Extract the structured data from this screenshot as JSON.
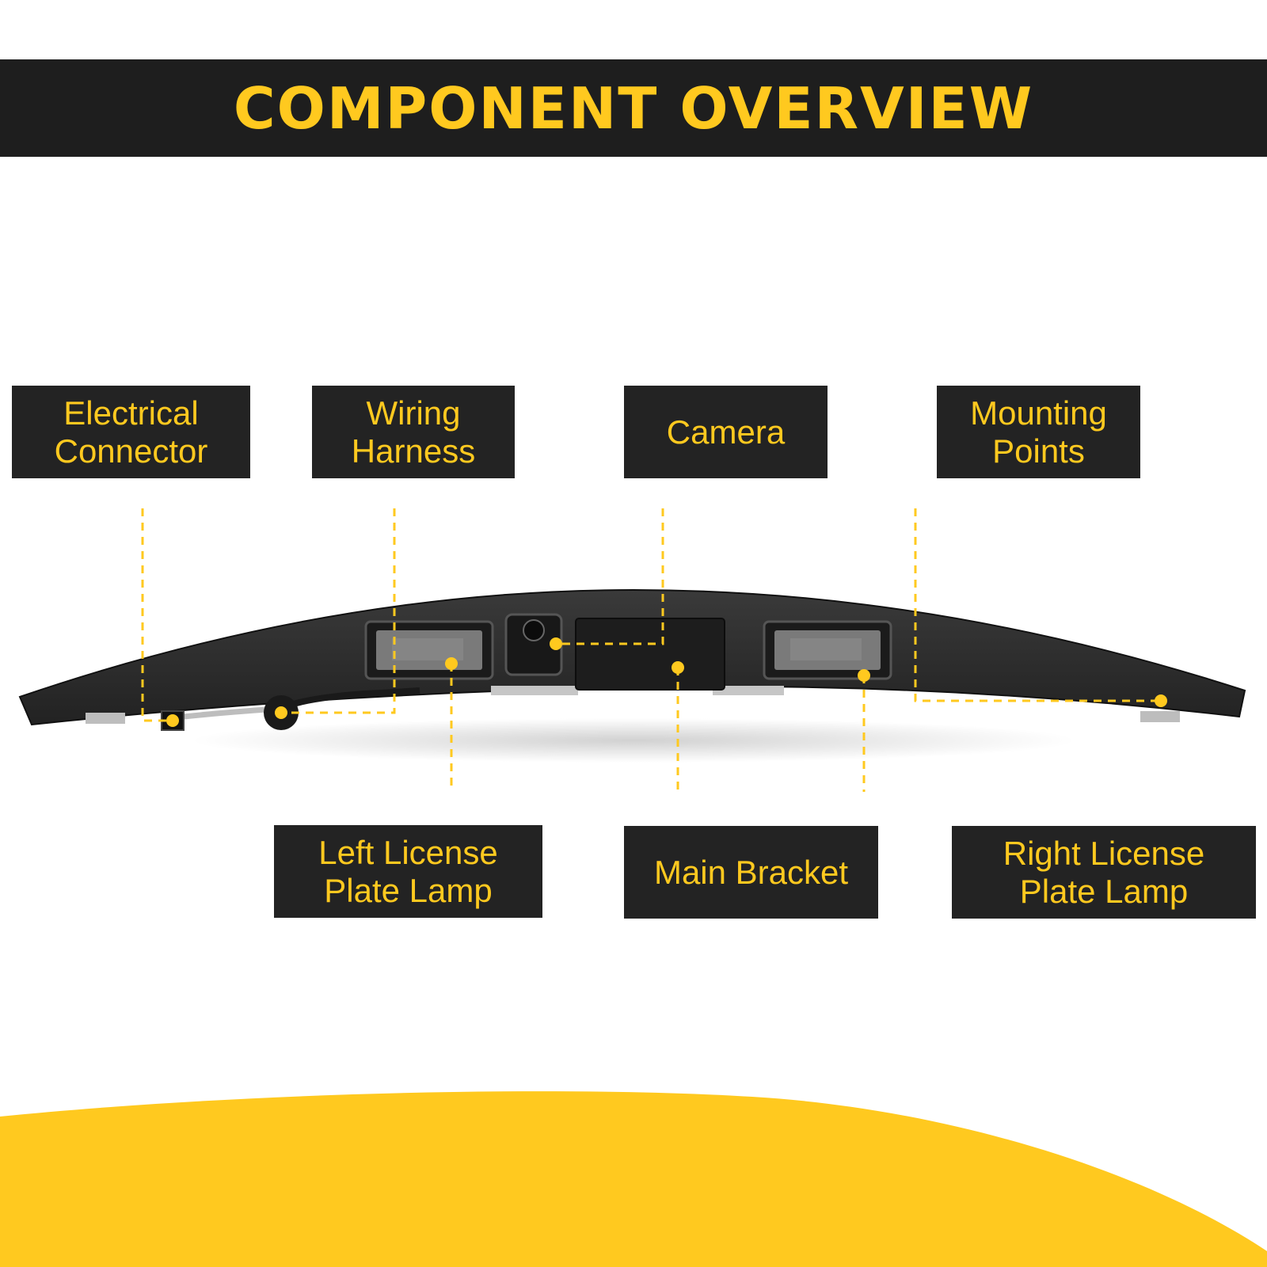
{
  "header": {
    "title": "COMPONENT OVERVIEW"
  },
  "labels": {
    "electrical_connector": "Electrical\nConnector",
    "wiring_harness": "Wiring\nHarness",
    "camera": "Camera",
    "mounting_points": "Mounting\nPoints",
    "left_lamp": "Left License\nPlate Lamp",
    "main_bracket": "Main Bracket",
    "right_lamp": "Right License\nPlate Lamp"
  },
  "colors": {
    "accent": "#FFC91F",
    "box": "#232323",
    "banner": "#1e1e1e",
    "part": "#2b2b2b"
  }
}
